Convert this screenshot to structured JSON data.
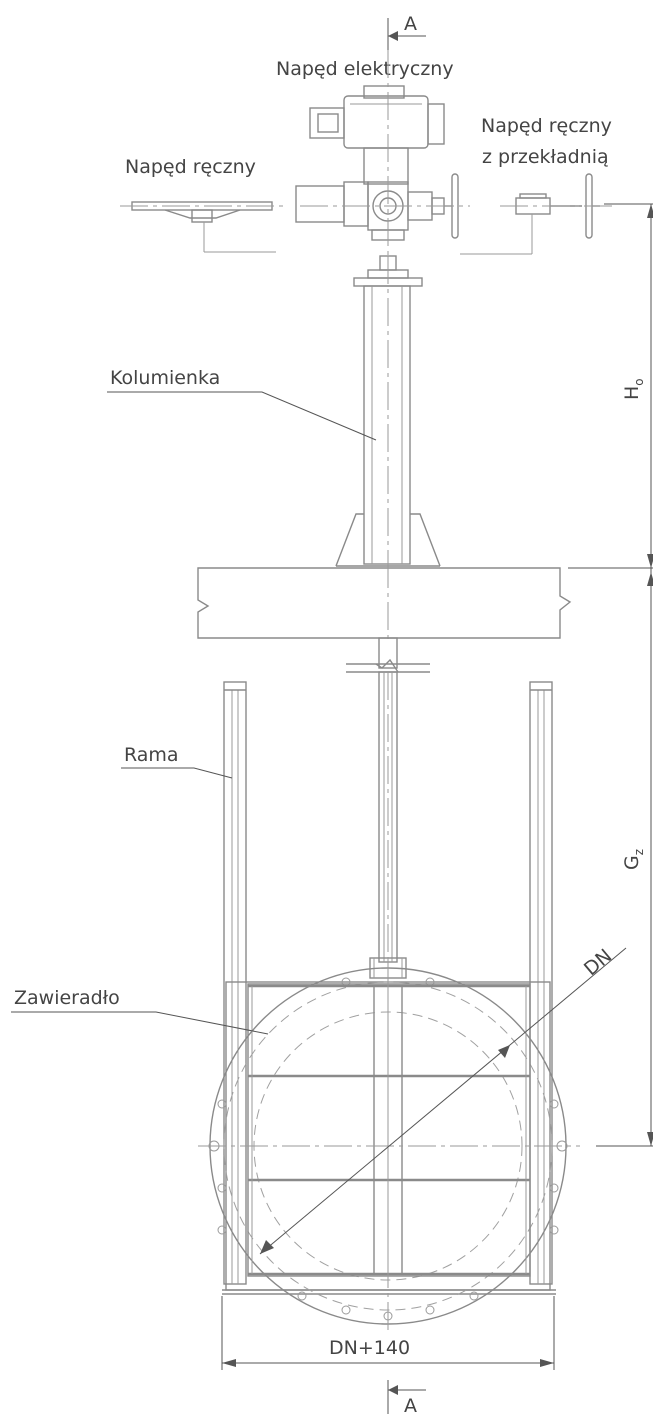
{
  "labels": {
    "electric_drive": "Napęd elektryczny",
    "manual_drive_left": "Napęd ręczny",
    "manual_drive_gear_line1": "Napęd ręczny",
    "manual_drive_gear_line2": "z przekładnią",
    "column": "Kolumienka",
    "frame": "Rama",
    "gate": "Zawieradło"
  },
  "dimensions": {
    "section_top": "A",
    "section_bottom": "A",
    "ho": "H",
    "ho_sub": "o",
    "gz": "G",
    "gz_sub": "z",
    "dn": "DN",
    "width": "DN+140"
  }
}
